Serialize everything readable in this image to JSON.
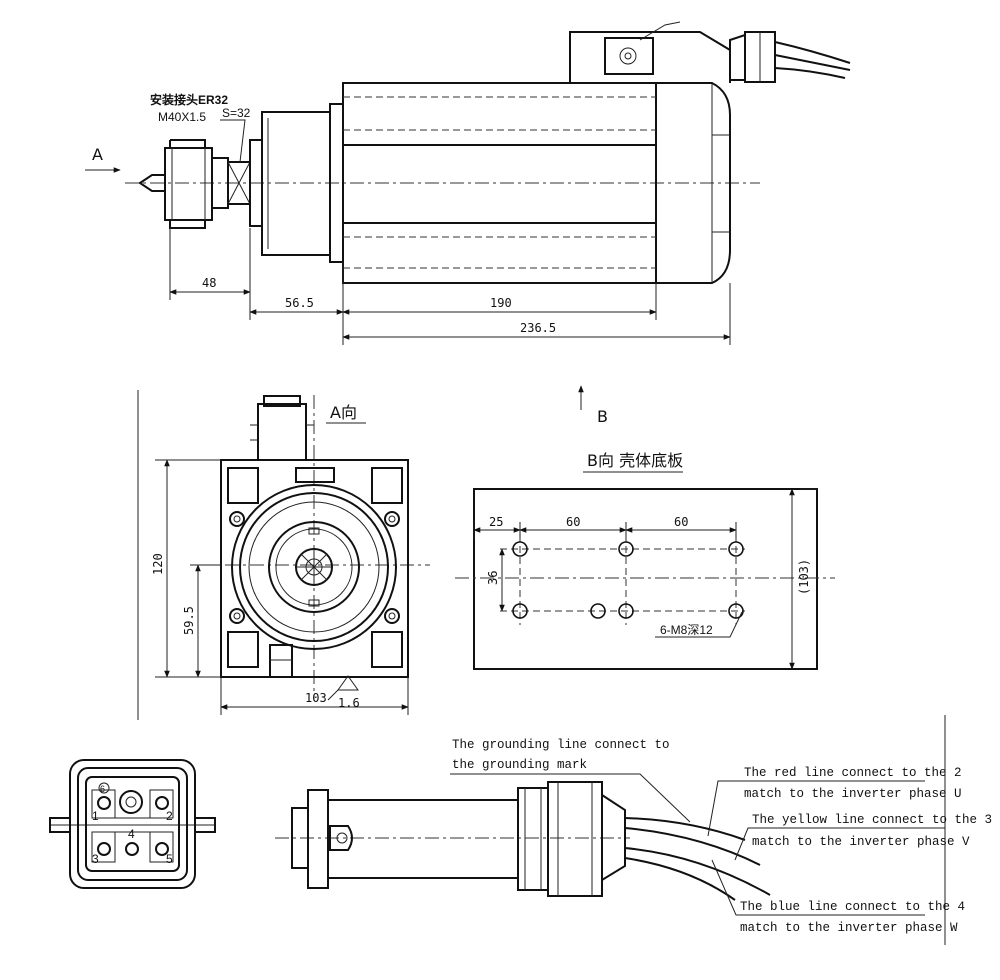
{
  "side_view": {
    "collet_label": "安装接头ER32",
    "thread_label": "M40X1.5",
    "wrench_label": "S=32",
    "arrow_a": "A",
    "dim_48": "48",
    "dim_56_5": "56.5",
    "dim_190": "190",
    "dim_236_5": "236.5"
  },
  "front_view": {
    "title": "A向",
    "dim_120": "120",
    "dim_59_5": "59.5",
    "dim_103": "103",
    "roughness": "1.6"
  },
  "base_view": {
    "arrow_b": "B",
    "title": "B向 壳体底板",
    "dim_25": "25",
    "dim_60_left": "60",
    "dim_60_right": "60",
    "dim_36": "36",
    "dim_103": "(103)",
    "hole_label": "6-M8深12"
  },
  "connector": {
    "pins": [
      "1",
      "2",
      "3",
      "4",
      "5",
      "6"
    ]
  },
  "wiring_notes": {
    "ground_1": "The grounding line connect to",
    "ground_2": "the grounding mark",
    "red_1": "The red line connect to the 2",
    "red_2": "match to the inverter phase U",
    "yellow_1": "The yellow line connect to the 3",
    "yellow_2": "match to the inverter phase V",
    "blue_1": "The blue line connect to the 4",
    "blue_2": "match to the inverter phase W"
  }
}
